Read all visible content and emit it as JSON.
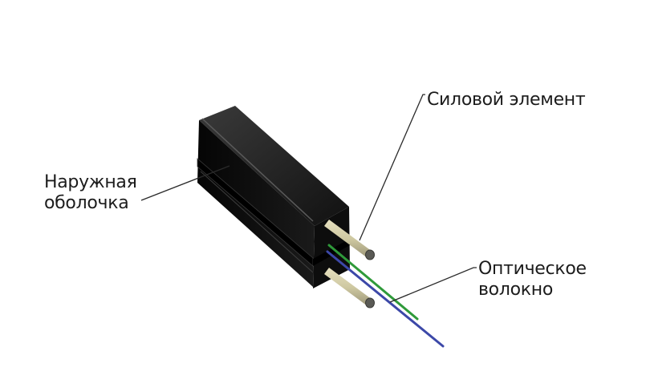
{
  "labels": {
    "strength_member": "Силовой элемент",
    "outer_sheath_line1": "Наружная",
    "outer_sheath_line2": "оболочка",
    "optical_fiber_line1": "Оптическое",
    "optical_fiber_line2": "волокно"
  },
  "colors": {
    "sheath": "#0a0a0a",
    "strength_member": "#cfc9a2",
    "fiber_green": "#2f9a3a",
    "fiber_blue": "#3c48a8",
    "leader_line": "#2a2a2a"
  },
  "icons": {
    "cable": "drop-cable-cross-section"
  }
}
